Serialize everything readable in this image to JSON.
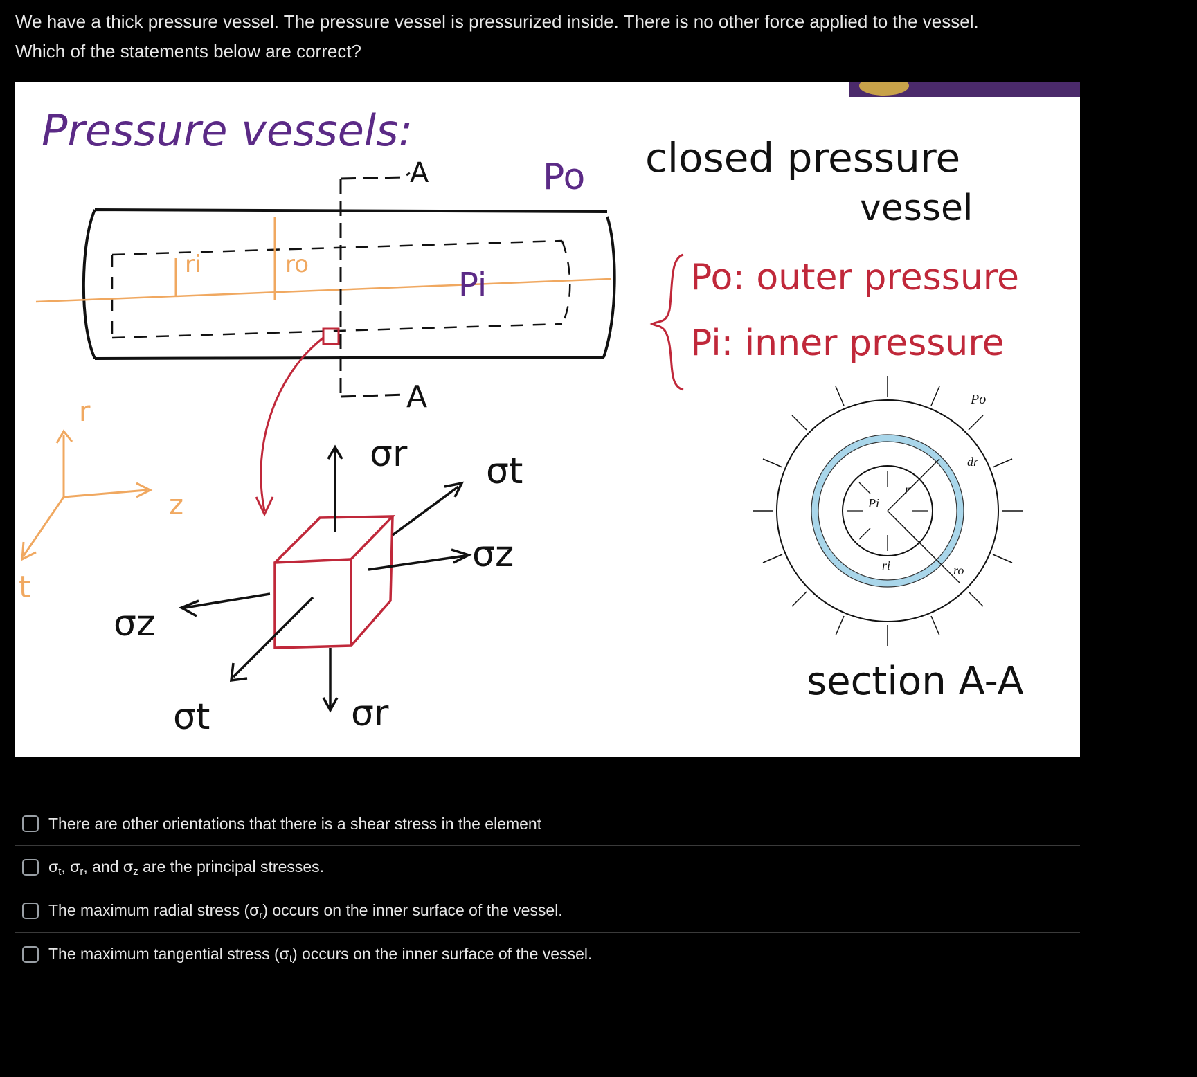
{
  "question": {
    "line1": "We have a thick pressure vessel. The pressure vessel is pressurized inside. There is no other force applied to the vessel.",
    "line2": "Which of the statements below are correct?"
  },
  "figure": {
    "title": "Pressure vessels:",
    "closed_line1": "closed pressure",
    "closed_line2": "vessel",
    "po_outer": "Po: outer pressure",
    "pi_inner": "Pi: inner pressure",
    "section_label": "section A-A",
    "label_A": "A",
    "label_Po": "Po",
    "label_Pi": "Pi",
    "label_ri": "ri",
    "label_ro": "ro",
    "axis_r": "r",
    "axis_z": "z",
    "axis_t": "t",
    "sigma_r": "σr",
    "sigma_t": "σt",
    "sigma_z": "σz",
    "diag_Po": "Po",
    "diag_Pi": "Pi",
    "diag_dr": "dr",
    "diag_r": "r",
    "diag_ri": "ri",
    "diag_ro": "ro"
  },
  "options": [
    {
      "label": "There are other orientations that there is a shear stress in the element",
      "checked": false
    },
    {
      "label_pre": "σ",
      "sub1": "t",
      "mid1": ", σ",
      "sub2": "r",
      "mid2": ", and σ",
      "sub3": "z",
      "label_post": " are the principal stresses.",
      "checked": false
    },
    {
      "label_pre": "The maximum radial stress (σ",
      "sub": "r",
      "label_post": ") occurs on the inner surface of the vessel.",
      "checked": false
    },
    {
      "label_pre": "The maximum tangential stress (σ",
      "sub": "t",
      "label_post": ") occurs on the inner surface of the vessel.",
      "checked": false
    }
  ],
  "colors": {
    "purple": "#5b2a86",
    "orange": "#f0a860",
    "red": "#c0283a",
    "ink": "#111111",
    "ring_blue": "#a9d6ea"
  }
}
